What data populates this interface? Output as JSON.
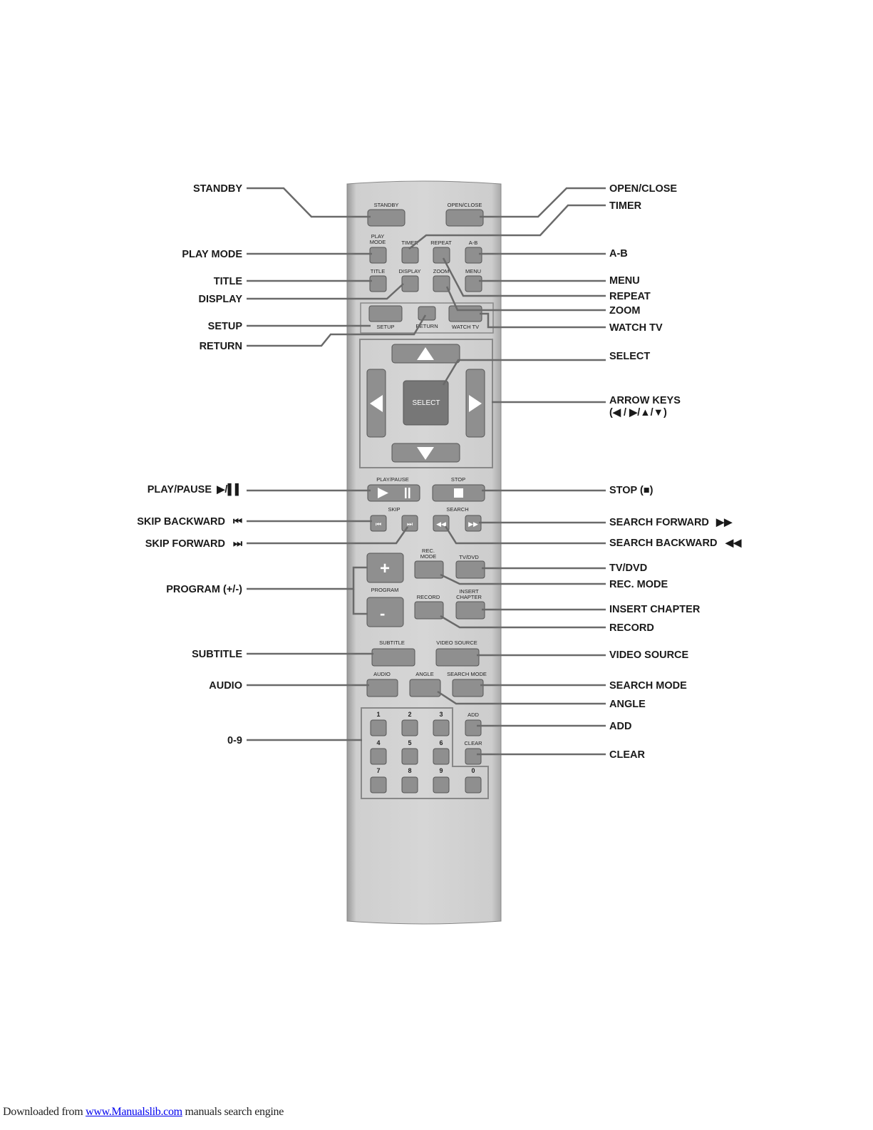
{
  "remote": {
    "standby": "STANDBY",
    "open_close": "OPEN/CLOSE",
    "play_mode_1": "PLAY",
    "play_mode_2": "MODE",
    "timer": "TIMER",
    "repeat": "REPEAT",
    "a_b": "A-B",
    "title": "TITLE",
    "display": "DISPLAY",
    "zoom": "ZOOM",
    "menu": "MENU",
    "setup": "SETUP",
    "return": "RETURN",
    "watch_tv": "WATCH TV",
    "select": "SELECT",
    "play_pause": "PLAY/PAUSE",
    "stop": "STOP",
    "skip": "SKIP",
    "search": "SEARCH",
    "rec_mode_1": "REC.",
    "rec_mode_2": "MODE",
    "tv_dvd": "TV/DVD",
    "program": "PROGRAM",
    "record": "RECORD",
    "insert_chapter_1": "INSERT",
    "insert_chapter_2": "CHAPTER",
    "subtitle": "SUBTITLE",
    "video_source": "VIDEO SOURCE",
    "audio": "AUDIO",
    "angle": "ANGLE",
    "search_mode": "SEARCH MODE",
    "add": "ADD",
    "clear": "CLEAR",
    "digits": [
      "1",
      "2",
      "3",
      "4",
      "5",
      "6",
      "7",
      "8",
      "9",
      "0"
    ],
    "plus": "+",
    "minus": "-"
  },
  "callouts_left": {
    "standby": "STANDBY",
    "play_mode": "PLAY MODE",
    "title": "TITLE",
    "display": "DISPLAY",
    "setup": "SETUP",
    "return": "RETURN",
    "play_pause": "PLAY/PAUSE",
    "play_pause_symbol": "▶/▌▌",
    "skip_backward": "SKIP BACKWARD",
    "skip_backward_symbol": "⏮",
    "skip_forward": "SKIP FORWARD",
    "skip_forward_symbol": "⏭",
    "program": "PROGRAM (+/-)",
    "subtitle": "SUBTITLE",
    "audio": "AUDIO",
    "digits": "0-9"
  },
  "callouts_right": {
    "open_close": "OPEN/CLOSE",
    "timer": "TIMER",
    "a_b": "A-B",
    "menu": "MENU",
    "repeat": "REPEAT",
    "zoom": "ZOOM",
    "watch_tv": "WATCH TV",
    "select": "SELECT",
    "arrow_keys": "ARROW KEYS",
    "arrow_keys_2": "(◀ / ▶/▲/▼)",
    "stop": "STOP (■)",
    "search_forward": "SEARCH FORWARD",
    "search_forward_symbol": "▶▶",
    "search_backward": "SEARCH BACKWARD",
    "search_backward_symbol": "◀◀",
    "tv_dvd": "TV/DVD",
    "rec_mode": "REC. MODE",
    "insert_chapter": "INSERT CHAPTER",
    "record": "RECORD",
    "video_source": "VIDEO SOURCE",
    "search_mode": "SEARCH MODE",
    "angle": "ANGLE",
    "add": "ADD",
    "clear": "CLEAR"
  },
  "footer": {
    "prefix": "Downloaded from ",
    "link": "www.Manualslib.com",
    "suffix": " manuals search engine"
  },
  "colors": {
    "body": "#c8c8c8",
    "button": "#8f8f8f",
    "leader": "#6a6a6a"
  }
}
